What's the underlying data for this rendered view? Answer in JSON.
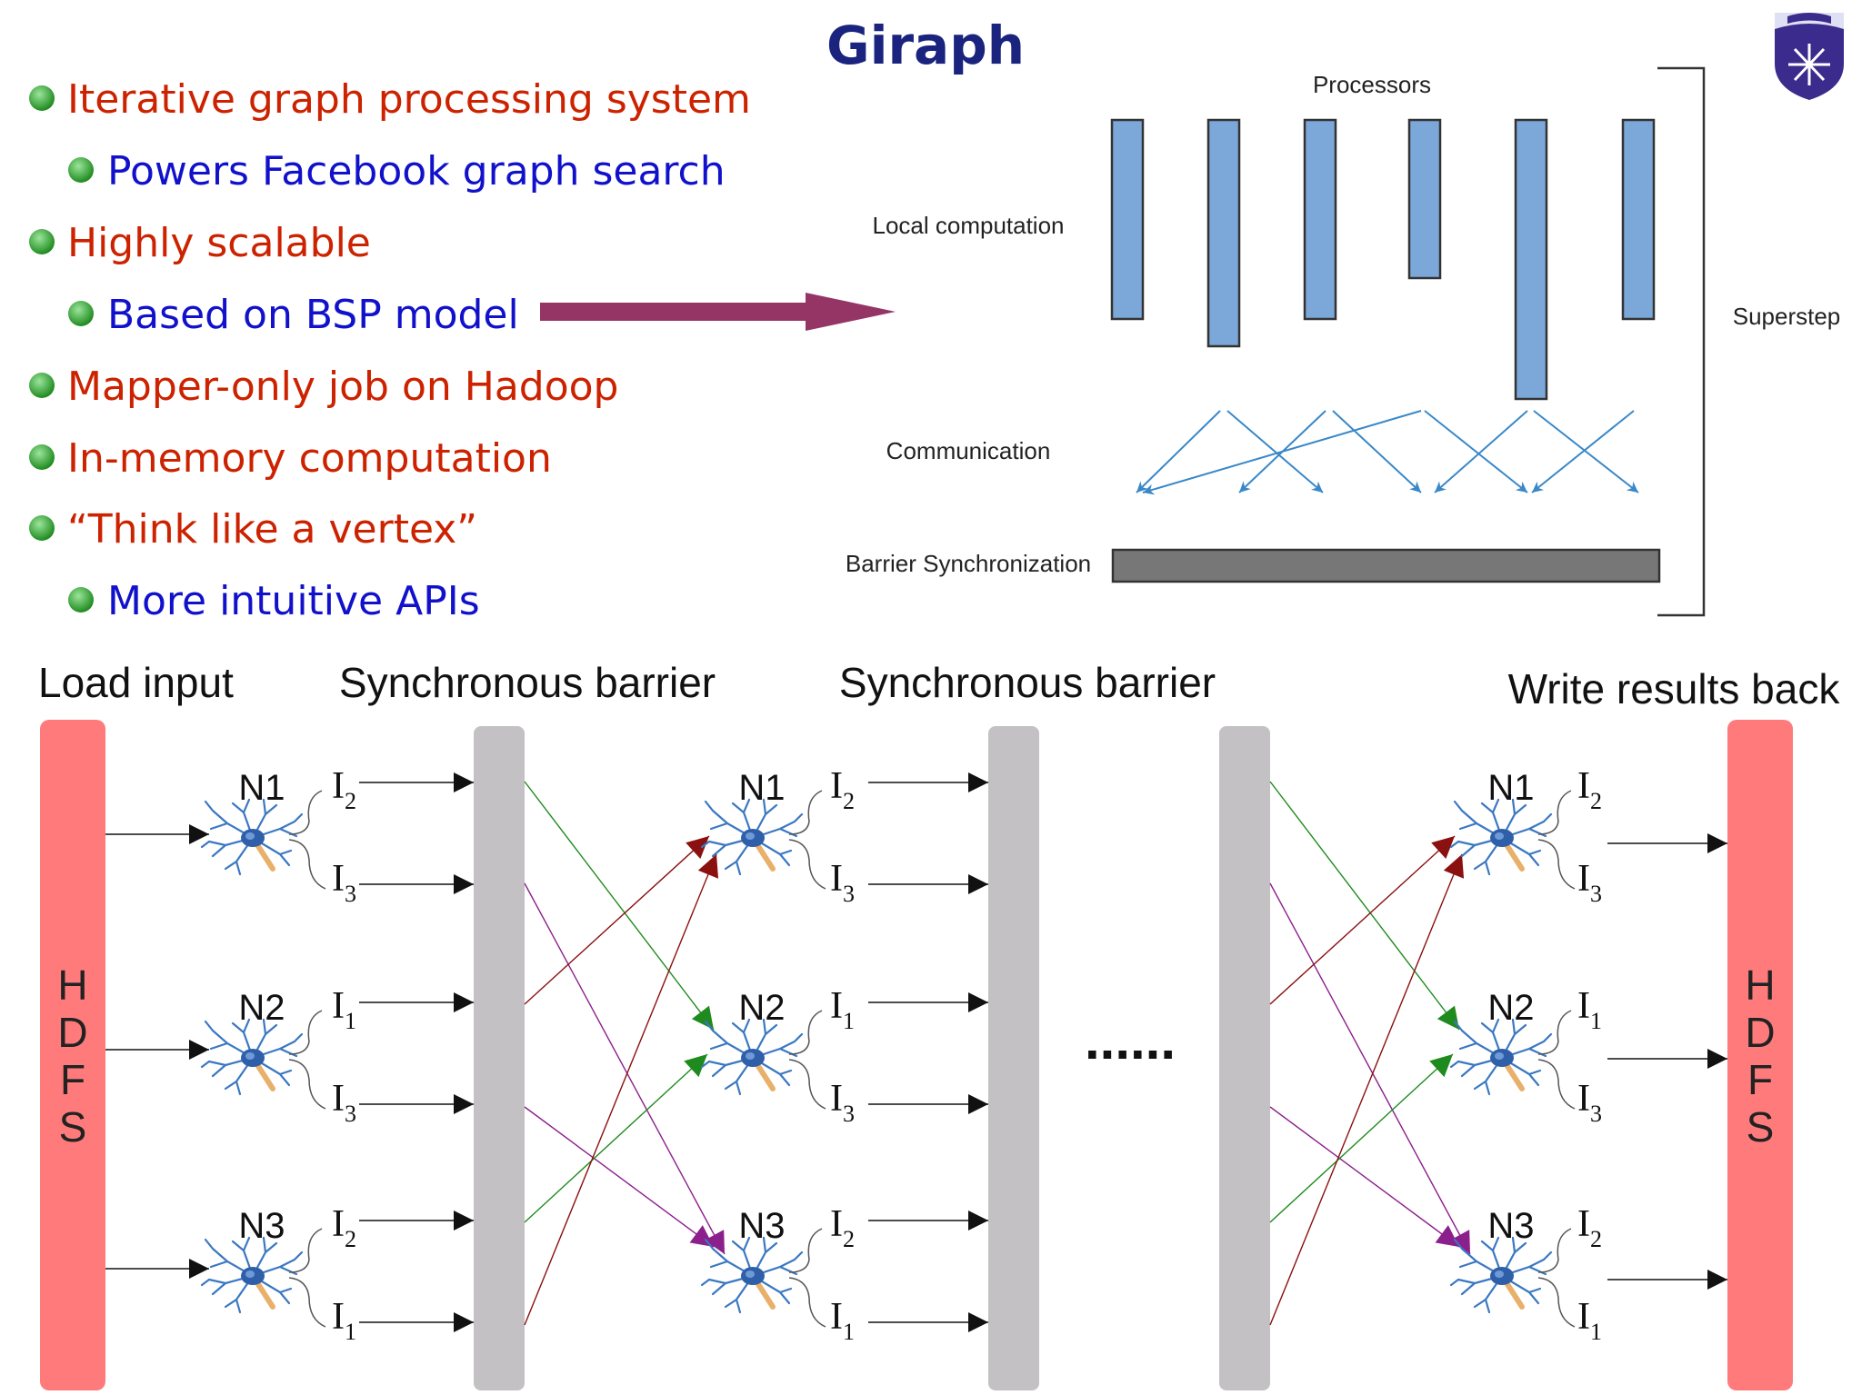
{
  "title": "Giraph",
  "bullets": [
    {
      "level": 1,
      "text": "Iterative graph processing system"
    },
    {
      "level": 2,
      "text": "Powers Facebook graph search"
    },
    {
      "level": 1,
      "text": "Highly scalable"
    },
    {
      "level": 2,
      "text": "Based on BSP model"
    },
    {
      "level": 1,
      "text": "Mapper-only job on Hadoop"
    },
    {
      "level": 1,
      "text": "In-memory computation"
    },
    {
      "level": 1,
      "text": "“Think like a vertex”"
    },
    {
      "level": 2,
      "text": "More intuitive APIs"
    }
  ],
  "bsp": {
    "processors": "Processors",
    "local_computation": "Local computation",
    "communication": "Communication",
    "barrier_sync": "Barrier Synchronization",
    "superstep": "Superstep"
  },
  "flow": {
    "load_input": "Load input",
    "sync_barrier_1": "Synchronous barrier",
    "sync_barrier_2": "Synchronous barrier",
    "write_back": "Write results back",
    "hdfs_left": "HDFS",
    "hdfs_right": "HDFS",
    "ellipsis": "......",
    "nodes": [
      {
        "name": "N1",
        "inputs": [
          {
            "base": "I",
            "sub": "2"
          },
          {
            "base": "I",
            "sub": "3"
          }
        ]
      },
      {
        "name": "N2",
        "inputs": [
          {
            "base": "I",
            "sub": "1"
          },
          {
            "base": "I",
            "sub": "3"
          }
        ]
      },
      {
        "name": "N3",
        "inputs": [
          {
            "base": "I",
            "sub": "2"
          },
          {
            "base": "I",
            "sub": "1"
          }
        ]
      }
    ]
  },
  "colors": {
    "title": "#1a237e",
    "bullet_level1": "#cc2200",
    "bullet_level2": "#1111cc",
    "bullet_dot": "#2e9e2e",
    "big_arrow": "#943566",
    "processor_bar": "#7ba7d9",
    "comm_arrows": "#3a88c8",
    "barrier_bar": "#777777",
    "hdfs": "#ff7b7b",
    "sync_barrier": "#c3c1c3",
    "edge_to_n1": "#8b1010",
    "edge_to_n2": "#1f8b1f",
    "edge_to_n3": "#8b1f8b"
  }
}
